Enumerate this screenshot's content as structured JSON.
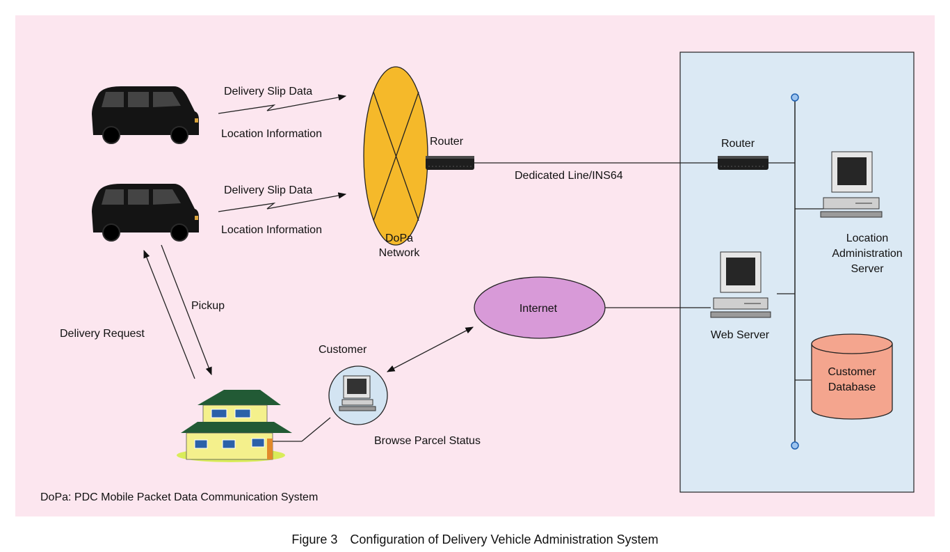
{
  "labels": {
    "van1_slip": "Delivery Slip Data",
    "van1_location": "Location Information",
    "van2_slip": "Delivery Slip Data",
    "van2_location": "Location Information",
    "router_left": "Router",
    "router_right": "Router",
    "dedicated_line": "Dedicated Line/INS64",
    "dopa_line1": "DoPa",
    "dopa_line2": "Network",
    "pickup": "Pickup",
    "delivery_request": "Delivery Request",
    "customer": "Customer",
    "internet": "Internet",
    "browse_status": "Browse Parcel Status",
    "web_server": "Web Server",
    "location_server_line1": "Location",
    "location_server_line2": "Administration",
    "location_server_line3": "Server",
    "customer_db_line1": "Customer",
    "customer_db_line2": "Database",
    "dopa_note": "DoPa: PDC Mobile Packet Data Communication System"
  },
  "caption": {
    "figure_number": "Figure 3",
    "title": "Configuration of Delivery Vehicle Administration System"
  },
  "colors": {
    "background": "#fce6ef",
    "dopa_network": "#f5b92a",
    "internet": "#d89ad8",
    "server_area": "#dbe9f4",
    "database": "#f4a58e",
    "house_wall": "#f4f08c",
    "house_roof": "#225a35",
    "customer_circle": "#d3e4f2"
  },
  "icons": [
    "van-icon",
    "router-icon",
    "computer-icon",
    "house-icon",
    "database-icon"
  ]
}
